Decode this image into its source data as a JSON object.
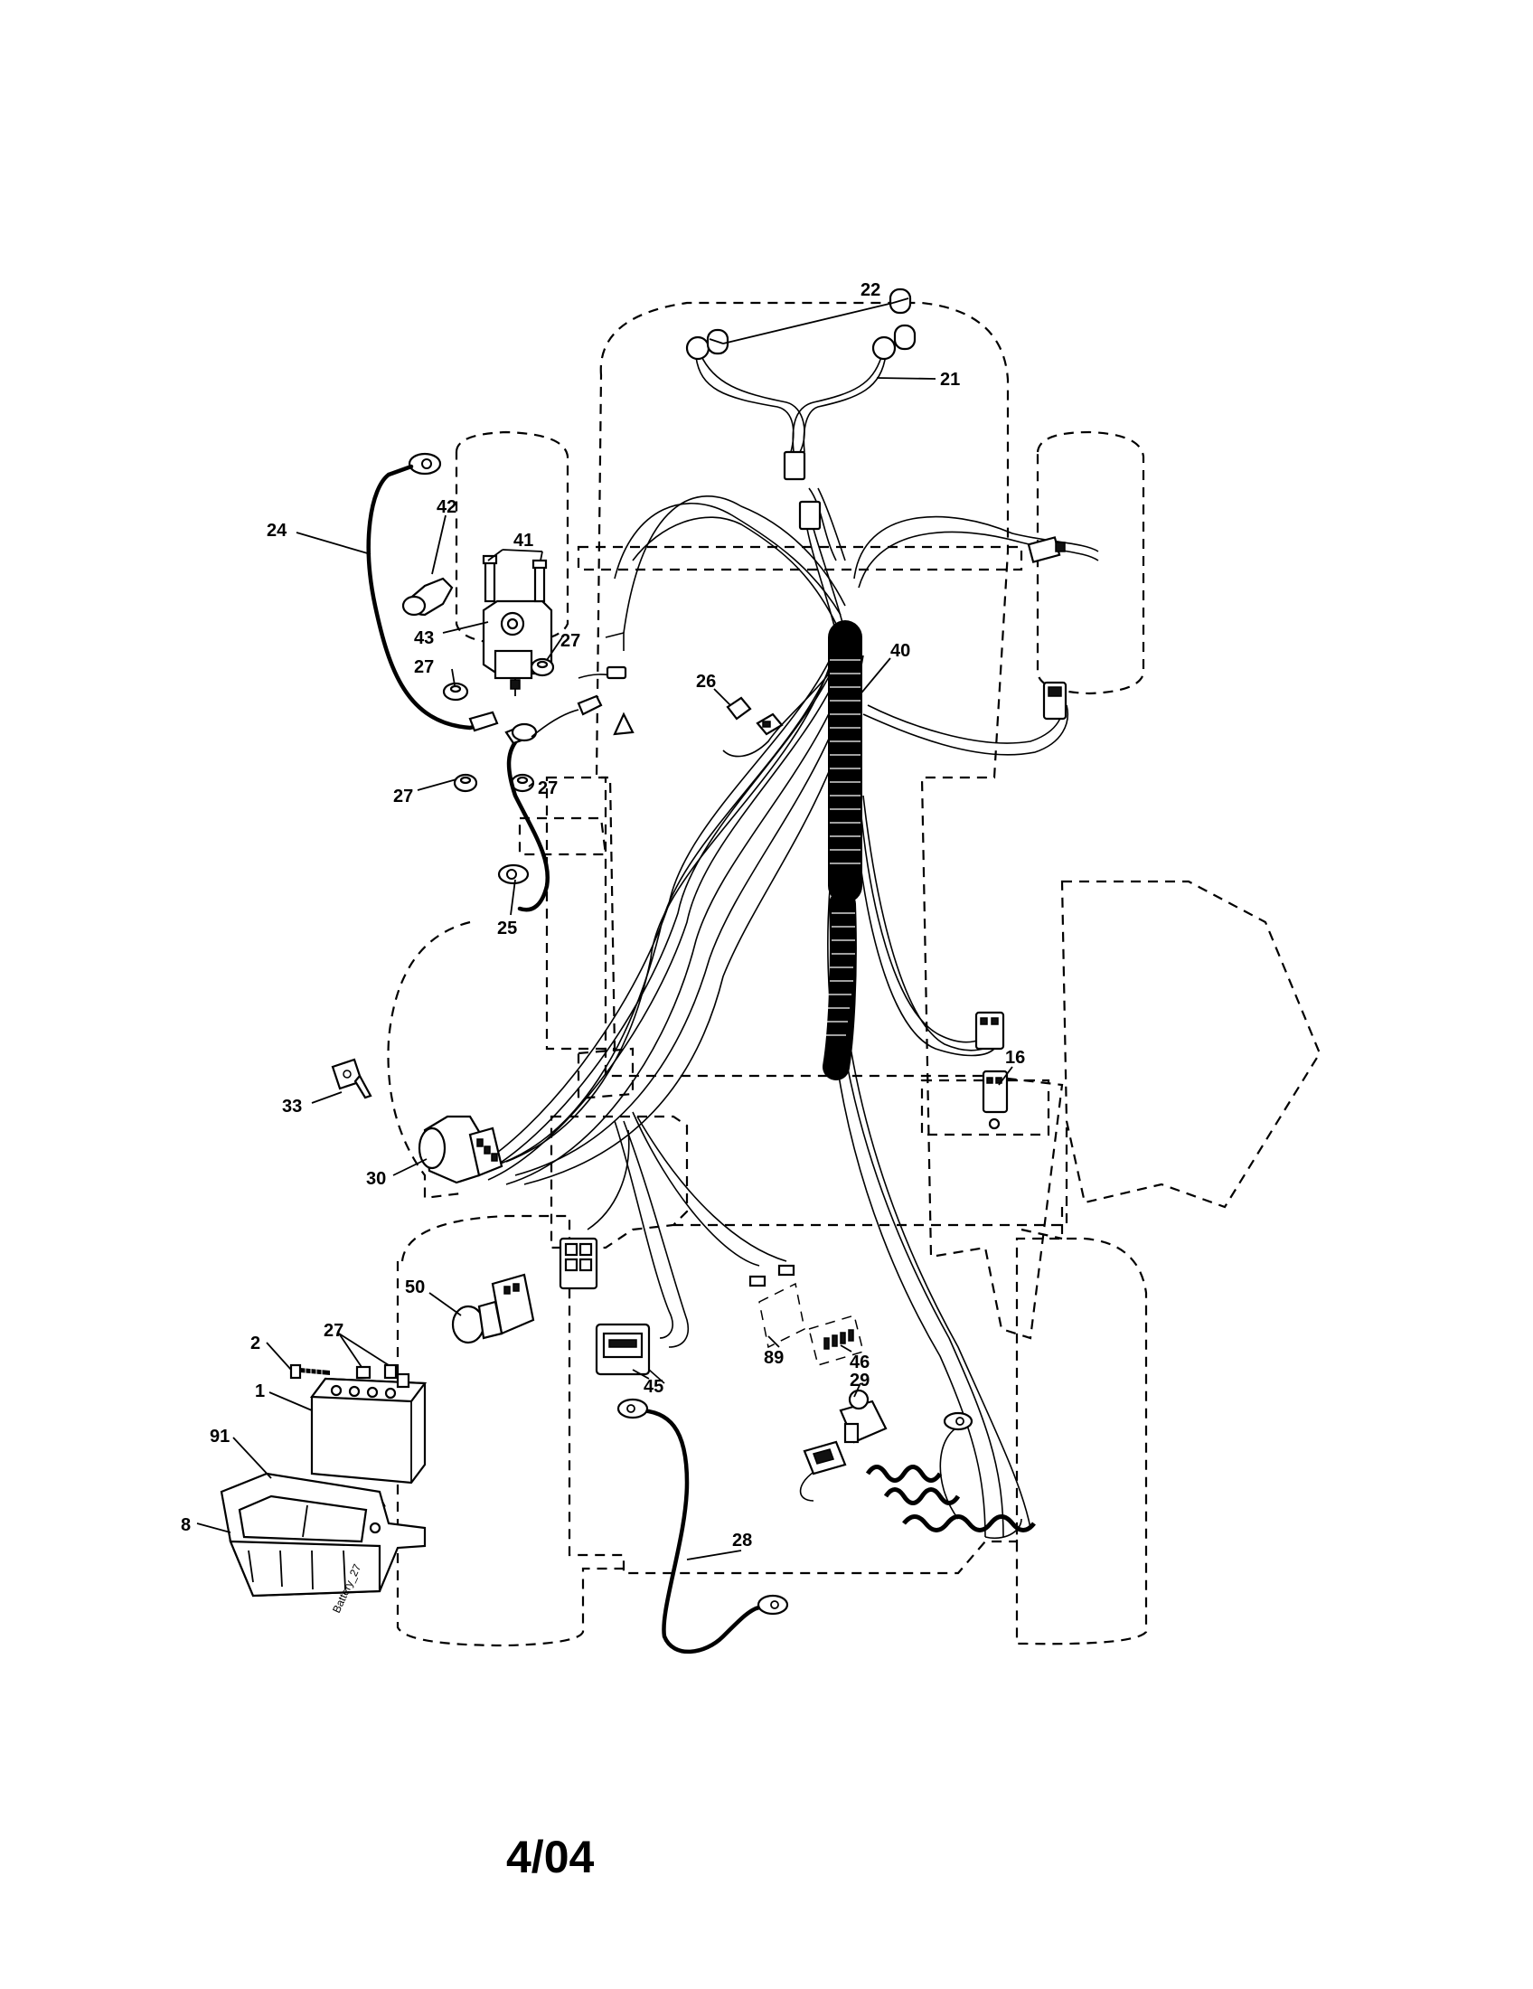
{
  "diagram": {
    "callouts": {
      "c1": "1",
      "c2": "2",
      "c8": "8",
      "c16": "16",
      "c21": "21",
      "c22": "22",
      "c24": "24",
      "c25": "25",
      "c26": "26",
      "c27a": "27",
      "c27b": "27",
      "c27c": "27",
      "c27d": "27",
      "c27e": "27",
      "c28": "28",
      "c29": "29",
      "c30": "30",
      "c33": "33",
      "c40": "40",
      "c41": "41",
      "c42": "42",
      "c43": "43",
      "c45": "45",
      "c46": "46",
      "c50": "50",
      "c89": "89",
      "c91": "91"
    },
    "battery_tag": "Battery_27"
  },
  "footer": {
    "date": "4/04"
  }
}
